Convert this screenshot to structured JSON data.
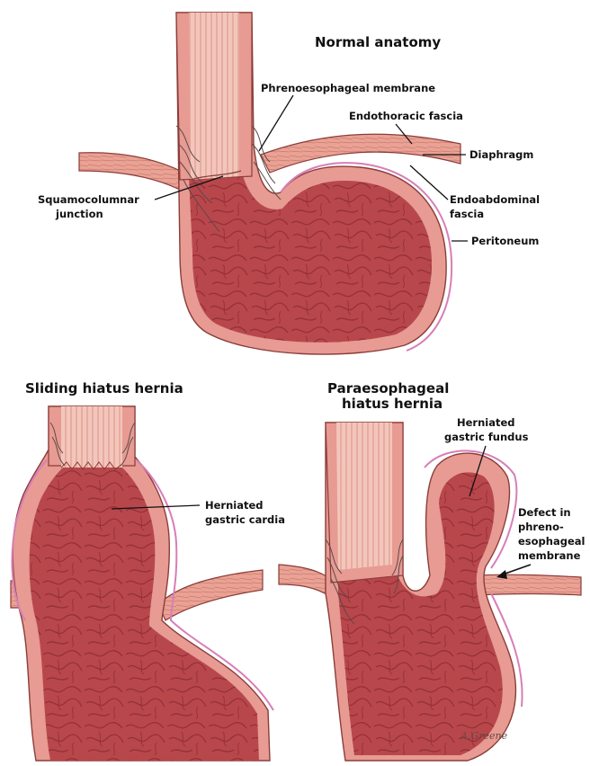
{
  "colors": {
    "stomach_fill": "#b8474c",
    "stomach_highlight": "#d1676a",
    "rugae": "#8a2a31",
    "wall_outer": "#e79b92",
    "wall_inner": "#f0b4a6",
    "esophagus_light": "#f3c6bc",
    "esophagus_stripe": "#e4a295",
    "diaphragm": "#eaa294",
    "peritoneum": "#d77fb6",
    "outline": "#8a3d3a",
    "membrane_fibers": "#5a4a4a"
  },
  "panels": {
    "normal": {
      "title": "Normal anatomy",
      "labels": {
        "phrenoesophageal_membrane": "Phrenoesophageal membrane",
        "endothoracic_fascia": "Endothoracic fascia",
        "diaphragm": "Diaphragm",
        "endoabdominal_fascia_1": "Endoabdominal",
        "endoabdominal_fascia_2": "fascia",
        "squamocolumnar_1": "Squamocolumnar",
        "squamocolumnar_2": "junction",
        "peritoneum": "Peritoneum"
      }
    },
    "sliding": {
      "title": "Sliding hiatus hernia",
      "labels": {
        "herniated_cardia_1": "Herniated",
        "herniated_cardia_2": "gastric cardia"
      }
    },
    "paraesophageal": {
      "title_1": "Paraesophageal",
      "title_2": "hiatus hernia",
      "labels": {
        "herniated_fundus_1": "Herniated",
        "herniated_fundus_2": "gastric fundus",
        "defect_1": "Defect in",
        "defect_2": "phreno-",
        "defect_3": "esophageal",
        "defect_4": "membrane"
      }
    }
  },
  "signature": "A.Greene"
}
